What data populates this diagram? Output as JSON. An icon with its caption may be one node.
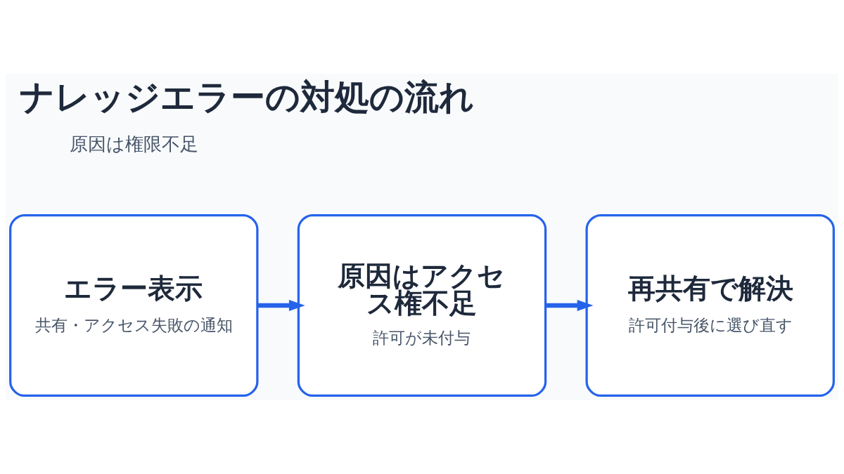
{
  "diagram": {
    "title": "ナレッジエラーの対処の流れ",
    "nodes": [
      {
        "text": [
          "エラー表示",
          "共有・アクセス失敗の通知"
        ]
      },
      {
        "text": [
          "原因はアクセス権不足",
          "許可が未付与"
        ]
      },
      {
        "text": [
          "再共有で解決",
          "許可付与後に選び直す"
        ]
      }
    ],
    "edges": [
      {
        "from": 0,
        "to": 1,
        "arrow": "to"
      },
      {
        "from": 1,
        "to": 2,
        "arrow": "to"
      }
    ],
    "labels": [
      "原因は権限不足"
    ]
  }
}
